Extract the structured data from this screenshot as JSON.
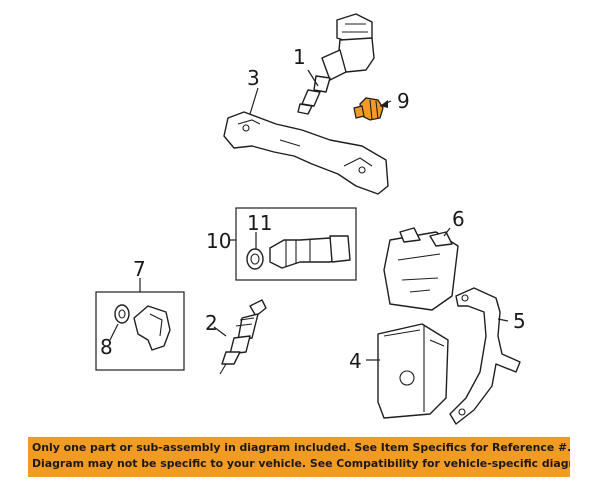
{
  "callouts": {
    "c1": "1",
    "c2": "2",
    "c3": "3",
    "c4": "4",
    "c5": "5",
    "c6": "6",
    "c7": "7",
    "c8": "8",
    "c9": "9",
    "c10": "10",
    "c11": "11"
  },
  "highlight_color": "#f29b22",
  "highlighted_part": "9",
  "banner": {
    "line1": "Only one part or sub-assembly in diagram included. See Item Specifics for Reference #.",
    "line2": "Diagram may not be specific to your vehicle. See Compatibility for vehicle-specific diagrams."
  }
}
